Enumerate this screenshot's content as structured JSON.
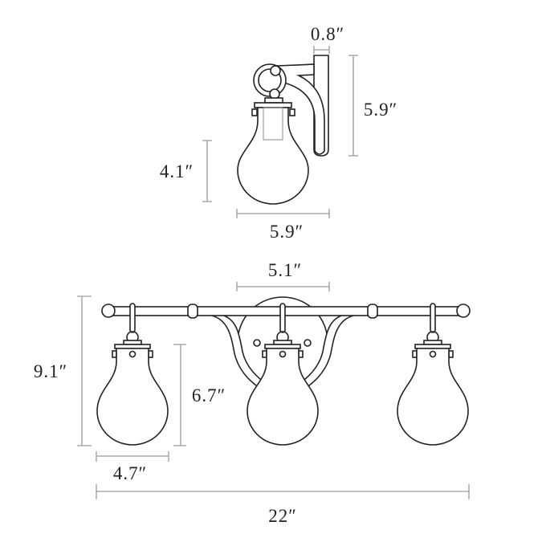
{
  "views": {
    "side": {
      "dimensions": {
        "backplate_depth": "0.8″",
        "backplate_height": "5.9″",
        "shade_height": "4.1″",
        "projection": "5.9″"
      }
    },
    "front": {
      "dimensions": {
        "backplate_width": "5.1″",
        "overall_height": "9.1″",
        "shade_height": "6.7″",
        "shade_width": "4.7″",
        "overall_width": "22″"
      }
    }
  }
}
